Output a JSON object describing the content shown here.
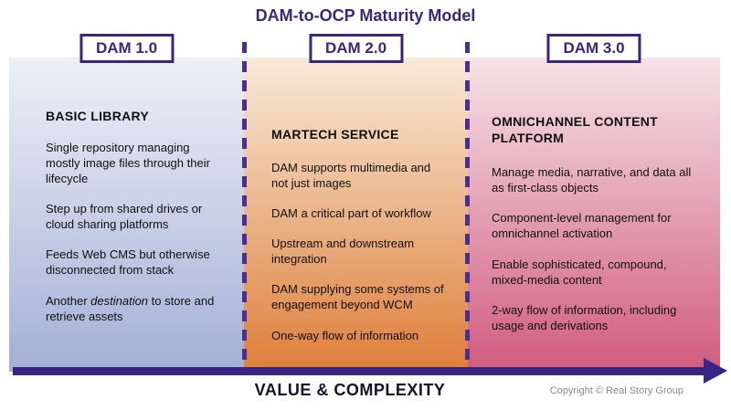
{
  "title": "DAM-to-OCP Maturity Model",
  "axis_label": "VALUE & COMPLEXITY",
  "copyright": "Copyright © Real Story Group",
  "colors": {
    "accent_purple": "#3b2580",
    "dash_purple": "#4b2e91",
    "arrow_purple": "#3a2483",
    "col1_gradient_top": "#eef0f7",
    "col1_gradient_bottom": "#a4afd5",
    "col2_gradient_top": "#f7ead9",
    "col2_gradient_bottom": "#df7e3a",
    "col3_gradient_top": "#f5e3e8",
    "col3_gradient_bottom": "#d15b80"
  },
  "columns": [
    {
      "id": "dam-1",
      "header": "DAM 1.0",
      "title": "BASIC LIBRARY",
      "gradient_top": "#eef0f7",
      "gradient_bottom": "#a4afd5",
      "items": [
        "Single repository managing mostly image files through their lifecycle",
        "Step up from shared drives or cloud sharing platforms",
        "Feeds Web CMS but otherwise disconnected from stack",
        {
          "segments": [
            {
              "t": "Another "
            },
            {
              "t": "destination",
              "italic": true
            },
            {
              "t": " to store and retrieve assets"
            }
          ]
        }
      ]
    },
    {
      "id": "dam-2",
      "header": "DAM 2.0",
      "title": "MARTECH SERVICE",
      "gradient_top": "#f7ead9",
      "gradient_bottom": "#df7e3a",
      "items": [
        "DAM supports multimedia and not just images",
        "DAM a critical part of workflow",
        "Upstream and downstream integration",
        "DAM supplying some systems of engagement beyond WCM",
        "One-way flow of information"
      ]
    },
    {
      "id": "dam-3",
      "header": "DAM 3.0",
      "title": "OMNICHANNEL CONTENT PLATFORM",
      "gradient_top": "#f5e3e8",
      "gradient_bottom": "#d15b80",
      "items": [
        "Manage media, narrative, and data all as first-class objects",
        "Component-level management for omnichannel activation",
        "Enable sophisticated, compound, mixed-media content",
        "2-way flow of information, including usage and derivations"
      ]
    }
  ]
}
